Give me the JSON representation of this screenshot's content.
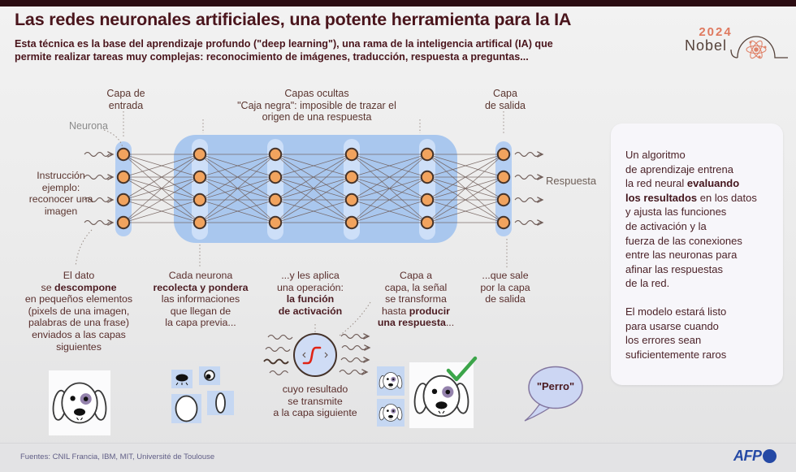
{
  "header": {
    "title": "Las redes neuronales artificiales, una potente herramienta para la IA",
    "subtitle_line1": "Esta técnica es la base del aprendizaje profundo (\"deep learning\"), una rama de la inteligencia artifical (IA) que",
    "subtitle_line2": "permite realizar tareas muy complejas: reconocimiento de imágenes, traducción, respuesta a preguntas...",
    "nobel": {
      "year": "2024",
      "name": "Nobel"
    }
  },
  "diagram": {
    "label_input_layer": "Capa de\nentrada",
    "label_hidden_layers": "Capas ocultas\n\"Caja negra\": imposible de trazar el\norigen de una respuesta",
    "label_output_layer": "Capa\nde salida",
    "label_neuron": "Neurona",
    "label_instruction": "Instrucción\nejemplo:\nreconocer una\nimagen",
    "label_response": "Respuesta"
  },
  "steps": {
    "step1": {
      "pre": "El dato\nse ",
      "bold": "descompone",
      "post": "\nen pequeños elementos\n(pixels de una imagen,\npalabras de una frase)\nenviados a las capas\nsiguientes"
    },
    "step2": {
      "pre": "Cada neurona\n",
      "bold": "recolecta y pondera",
      "post": "\nlas informaciones\nque llegan de\nla capa previa..."
    },
    "step3": {
      "pre": "...y les aplica\nuna operación:\n",
      "bold": "la función\nde activación",
      "post": ""
    },
    "step3b": "cuyo resultado\nse transmite\na la capa siguiente",
    "step4": {
      "pre": "Capa a\ncapa, la señal\nse transforma\nhasta ",
      "bold": "producir\nuna respuesta",
      "post": "..."
    },
    "step5": "...que sale\npor la capa\nde salida"
  },
  "side_panel": {
    "p1_pre": "Un algoritmo\nde aprendizaje entrena\nla red neural ",
    "p1_bold": "evaluando\nlos resultados",
    "p1_post": " en los datos\ny ajusta las funciones\nde activación y la\nfuerza de las conexiones\nentre las neuronas para\nafinar las respuestas\nde la red.",
    "p2": "El modelo estará listo\npara usarse cuando\nlos errores sean\nsuficientemente raros"
  },
  "bubble_label": "\"Perro\"",
  "footer": {
    "sources": "Fuentes: CNIL Francia, IBM, MIT, Université de Toulouse",
    "logo": "AFP"
  },
  "colors": {
    "accent_maroon": "#4a151c",
    "network_box_blue": "#a9c7ee",
    "neuron_orange": "#f1a35e",
    "nobel_salmon": "#df795f",
    "afp_blue": "#2549a5",
    "check_green": "#3ca54a"
  }
}
